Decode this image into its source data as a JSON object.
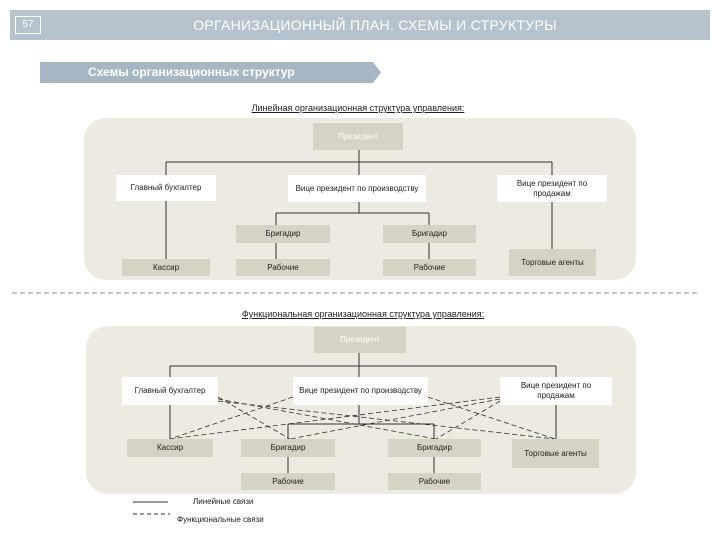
{
  "header": {
    "page_number": "57",
    "title": "ОРГАНИЗАЦИОННЫЙ ПЛАН. СХЕМЫ И СТРУКТУРЫ"
  },
  "banner": {
    "text": "Схемы организационных структур"
  },
  "linear": {
    "title": "Линейная организационная структура управления:",
    "president": "Президент",
    "chief_accountant": "Главный бухгалтер",
    "vp_production": "Вице президент по производству",
    "vp_sales": "Вице президент по продажам",
    "foreman_left": "Бригадир",
    "foreman_right": "Бригадир",
    "cashier": "Кассир",
    "workers_left": "Рабочие",
    "workers_right": "Рабочие",
    "sales_agents": "Торговые агенты"
  },
  "functional": {
    "title": "Функциональная организационная структура управления:",
    "president": "Президент",
    "chief_accountant": "Главный бухгалтер",
    "vp_production": "Вице президент по производству",
    "vp_sales": "Вице президент по продажам",
    "cashier": "Кассир",
    "foreman_left": "Бригадир",
    "foreman_right": "Бригадир",
    "sales_agents": "Торговые агенты",
    "workers_left": "Рабочие",
    "workers_right": "Рабочие"
  },
  "legend": {
    "linear_links": "Линейные связи",
    "functional_links": "Функциональные связи"
  },
  "colors": {
    "header": "#b5c3cf",
    "banner": "#a6b6c3",
    "panel": "#edeae1",
    "box_dark": "#d6d2c4"
  }
}
